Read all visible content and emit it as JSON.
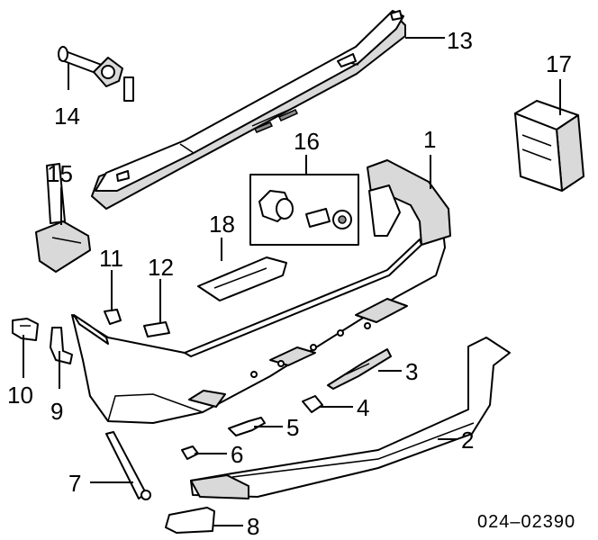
{
  "diagram": {
    "reference_code": "024–02390",
    "callouts": [
      "1",
      "2",
      "3",
      "4",
      "5",
      "6",
      "7",
      "8",
      "9",
      "10",
      "11",
      "12",
      "13",
      "14",
      "15",
      "16",
      "17",
      "18"
    ]
  }
}
